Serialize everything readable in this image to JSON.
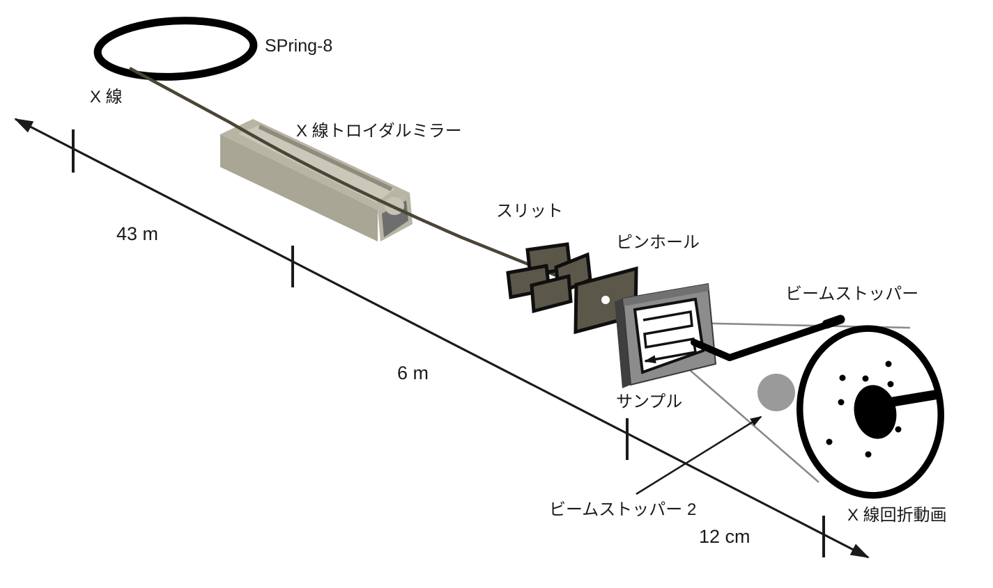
{
  "diagram": {
    "labels": {
      "source": "SPring-8",
      "xray": "X 線",
      "mirror": "X 線トロイダルミラー",
      "slit": "スリット",
      "pinhole": "ピンホール",
      "sample": "サンプル",
      "beam_stopper": "ビームストッパー",
      "beam_stopper_2": "ビームストッパー 2",
      "detector": "X 線回折動画"
    },
    "distances": {
      "source_to_mirror": "43 m",
      "mirror_to_sample": "6 m",
      "sample_to_detector": "12 cm"
    },
    "colors": {
      "mirror_khaki": "#b8b5a4",
      "mirror_front": "#a9a696",
      "mirror_channel": "#cac8b9",
      "mirror_cavity": "#6e6e6e",
      "plate_dark": "#5b5749",
      "sample_gray": "#8c8c8c",
      "sample_edge": "#3f3f3f",
      "beam": "#4a4536",
      "stopper_gray": "#9a9a9a",
      "cone_gray": "#8a8a8a",
      "line_black": "#1a1a1a"
    }
  }
}
